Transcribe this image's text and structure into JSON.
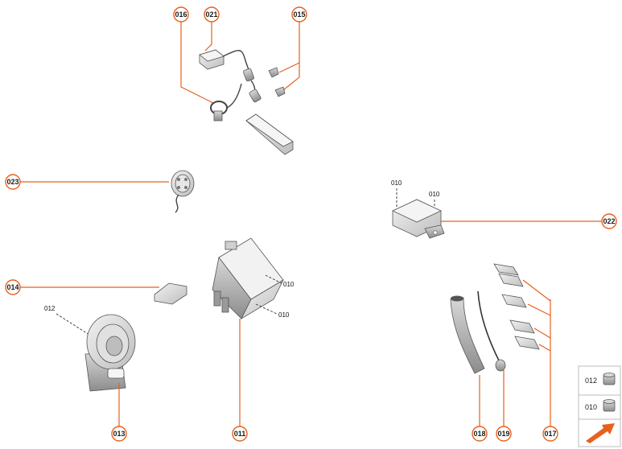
{
  "callouts": {
    "c016": "016",
    "c021": "021",
    "c015": "015",
    "c023": "023",
    "c014": "014",
    "c013": "013",
    "c011": "011",
    "c022": "022",
    "c018": "018",
    "c019": "019",
    "c017": "017"
  },
  "refs": {
    "r012_speaker": "012",
    "r010_box_a": "010",
    "r010_box_b": "010",
    "r010_ecu_a": "010",
    "r010_ecu_b": "010"
  },
  "legend": {
    "item1": "012",
    "item2": "010"
  },
  "colors": {
    "accent": "#e8601c",
    "part_fill": "#e4e4e4",
    "part_dark": "#9a9a9a"
  }
}
